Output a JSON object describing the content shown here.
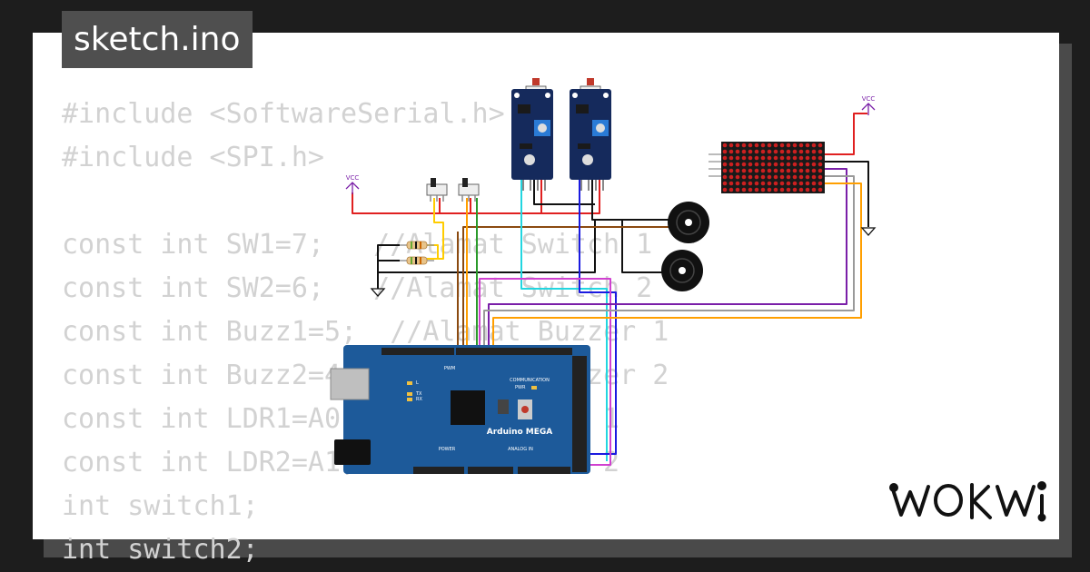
{
  "file_title": "sketch.ino",
  "brand": "WOKWI",
  "code_lines": [
    "#include <SoftwareSerial.h>",
    "#include <SPI.h>",
    "",
    "const int SW1=7;   //Alamat Switch 1",
    "const int SW2=6;   //Alamat Switch 2",
    "const int Buzz1=5;  //Alamat Buzzer 1",
    "const int Buzz2=4;  //Alamat Buzzer 2",
    "const int LDR1=A0;  //Alamat LDR 1",
    "const int LDR2=A1;  //Alamat LDR 2",
    "int switch1;",
    "int switch2;"
  ],
  "circuit": {
    "board_label": "Arduino MEGA",
    "section_labels": {
      "pwm": "PWM",
      "communication": "COMMUNICATION",
      "power": "POWER",
      "analog_in": "ANALOG IN"
    },
    "led_labels": {
      "l": "L",
      "tx": "TX",
      "rx": "RX",
      "pwr": "PWR"
    },
    "vcc_labels": [
      "VCC",
      "VCC"
    ],
    "wire_colors": {
      "red": "#e02020",
      "black": "#111111",
      "brown": "#8b4a10",
      "yellow": "#ffcc00",
      "green": "#2a9a2a",
      "cyan": "#22d6e0",
      "blue": "#1a1ae0",
      "magenta": "#d040d0",
      "purple": "#7a1fa8",
      "gray": "#9a9a9a",
      "orange": "#ff9f00"
    },
    "board_color": "#1d5a9a",
    "module_color": "#152a5c"
  }
}
